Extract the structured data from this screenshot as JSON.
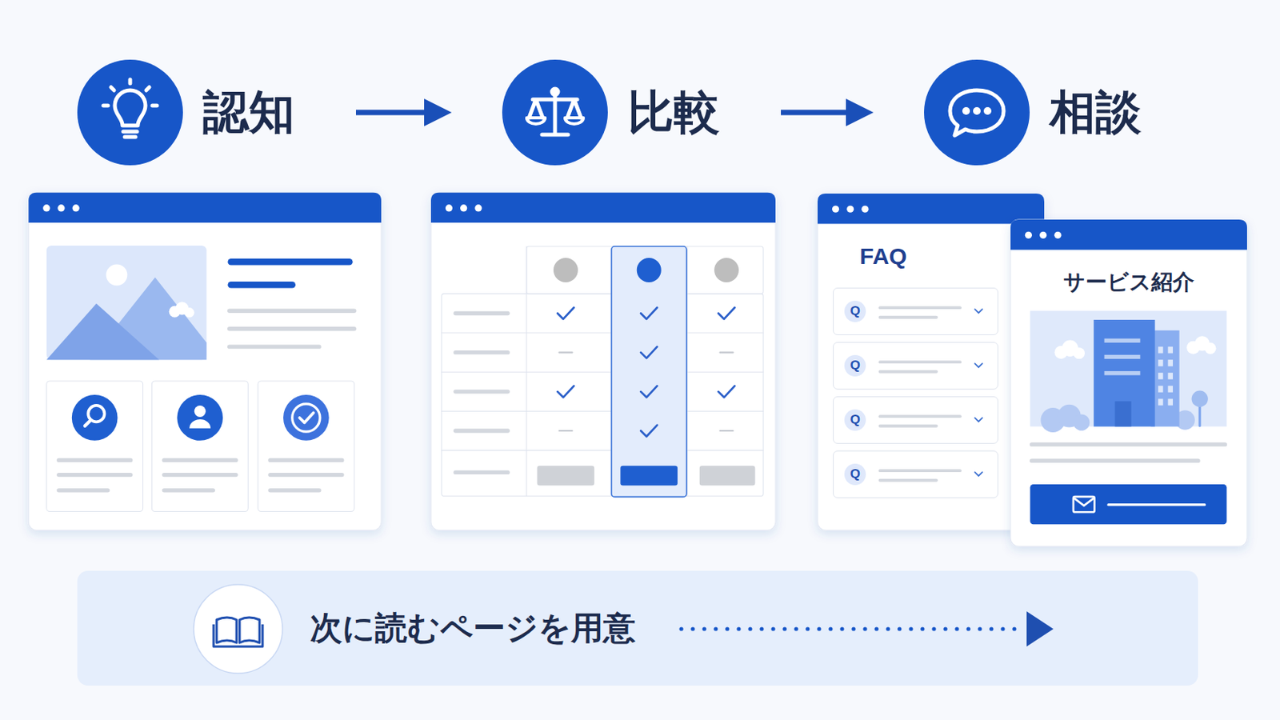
{
  "diagram": {
    "nodes": [
      {
        "text": [
          "認知"
        ]
      },
      {
        "text": [
          "比較"
        ]
      },
      {
        "text": [
          "相談"
        ]
      },
      {
        "text": [
          "FAQ"
        ]
      },
      {
        "text": [
          "Q"
        ],
        "in": 3
      },
      {
        "text": [
          "Q"
        ],
        "in": 3
      },
      {
        "text": [
          "Q"
        ],
        "in": 3
      },
      {
        "text": [
          "Q"
        ],
        "in": 3
      },
      {
        "text": [
          "サービス紹介"
        ]
      },
      {
        "text": [
          "次に読むページを用意"
        ]
      }
    ],
    "edges": [
      {
        "from": 0,
        "to": 1,
        "arrow": "to"
      },
      {
        "from": 1,
        "to": 2,
        "arrow": "to"
      }
    ]
  }
}
